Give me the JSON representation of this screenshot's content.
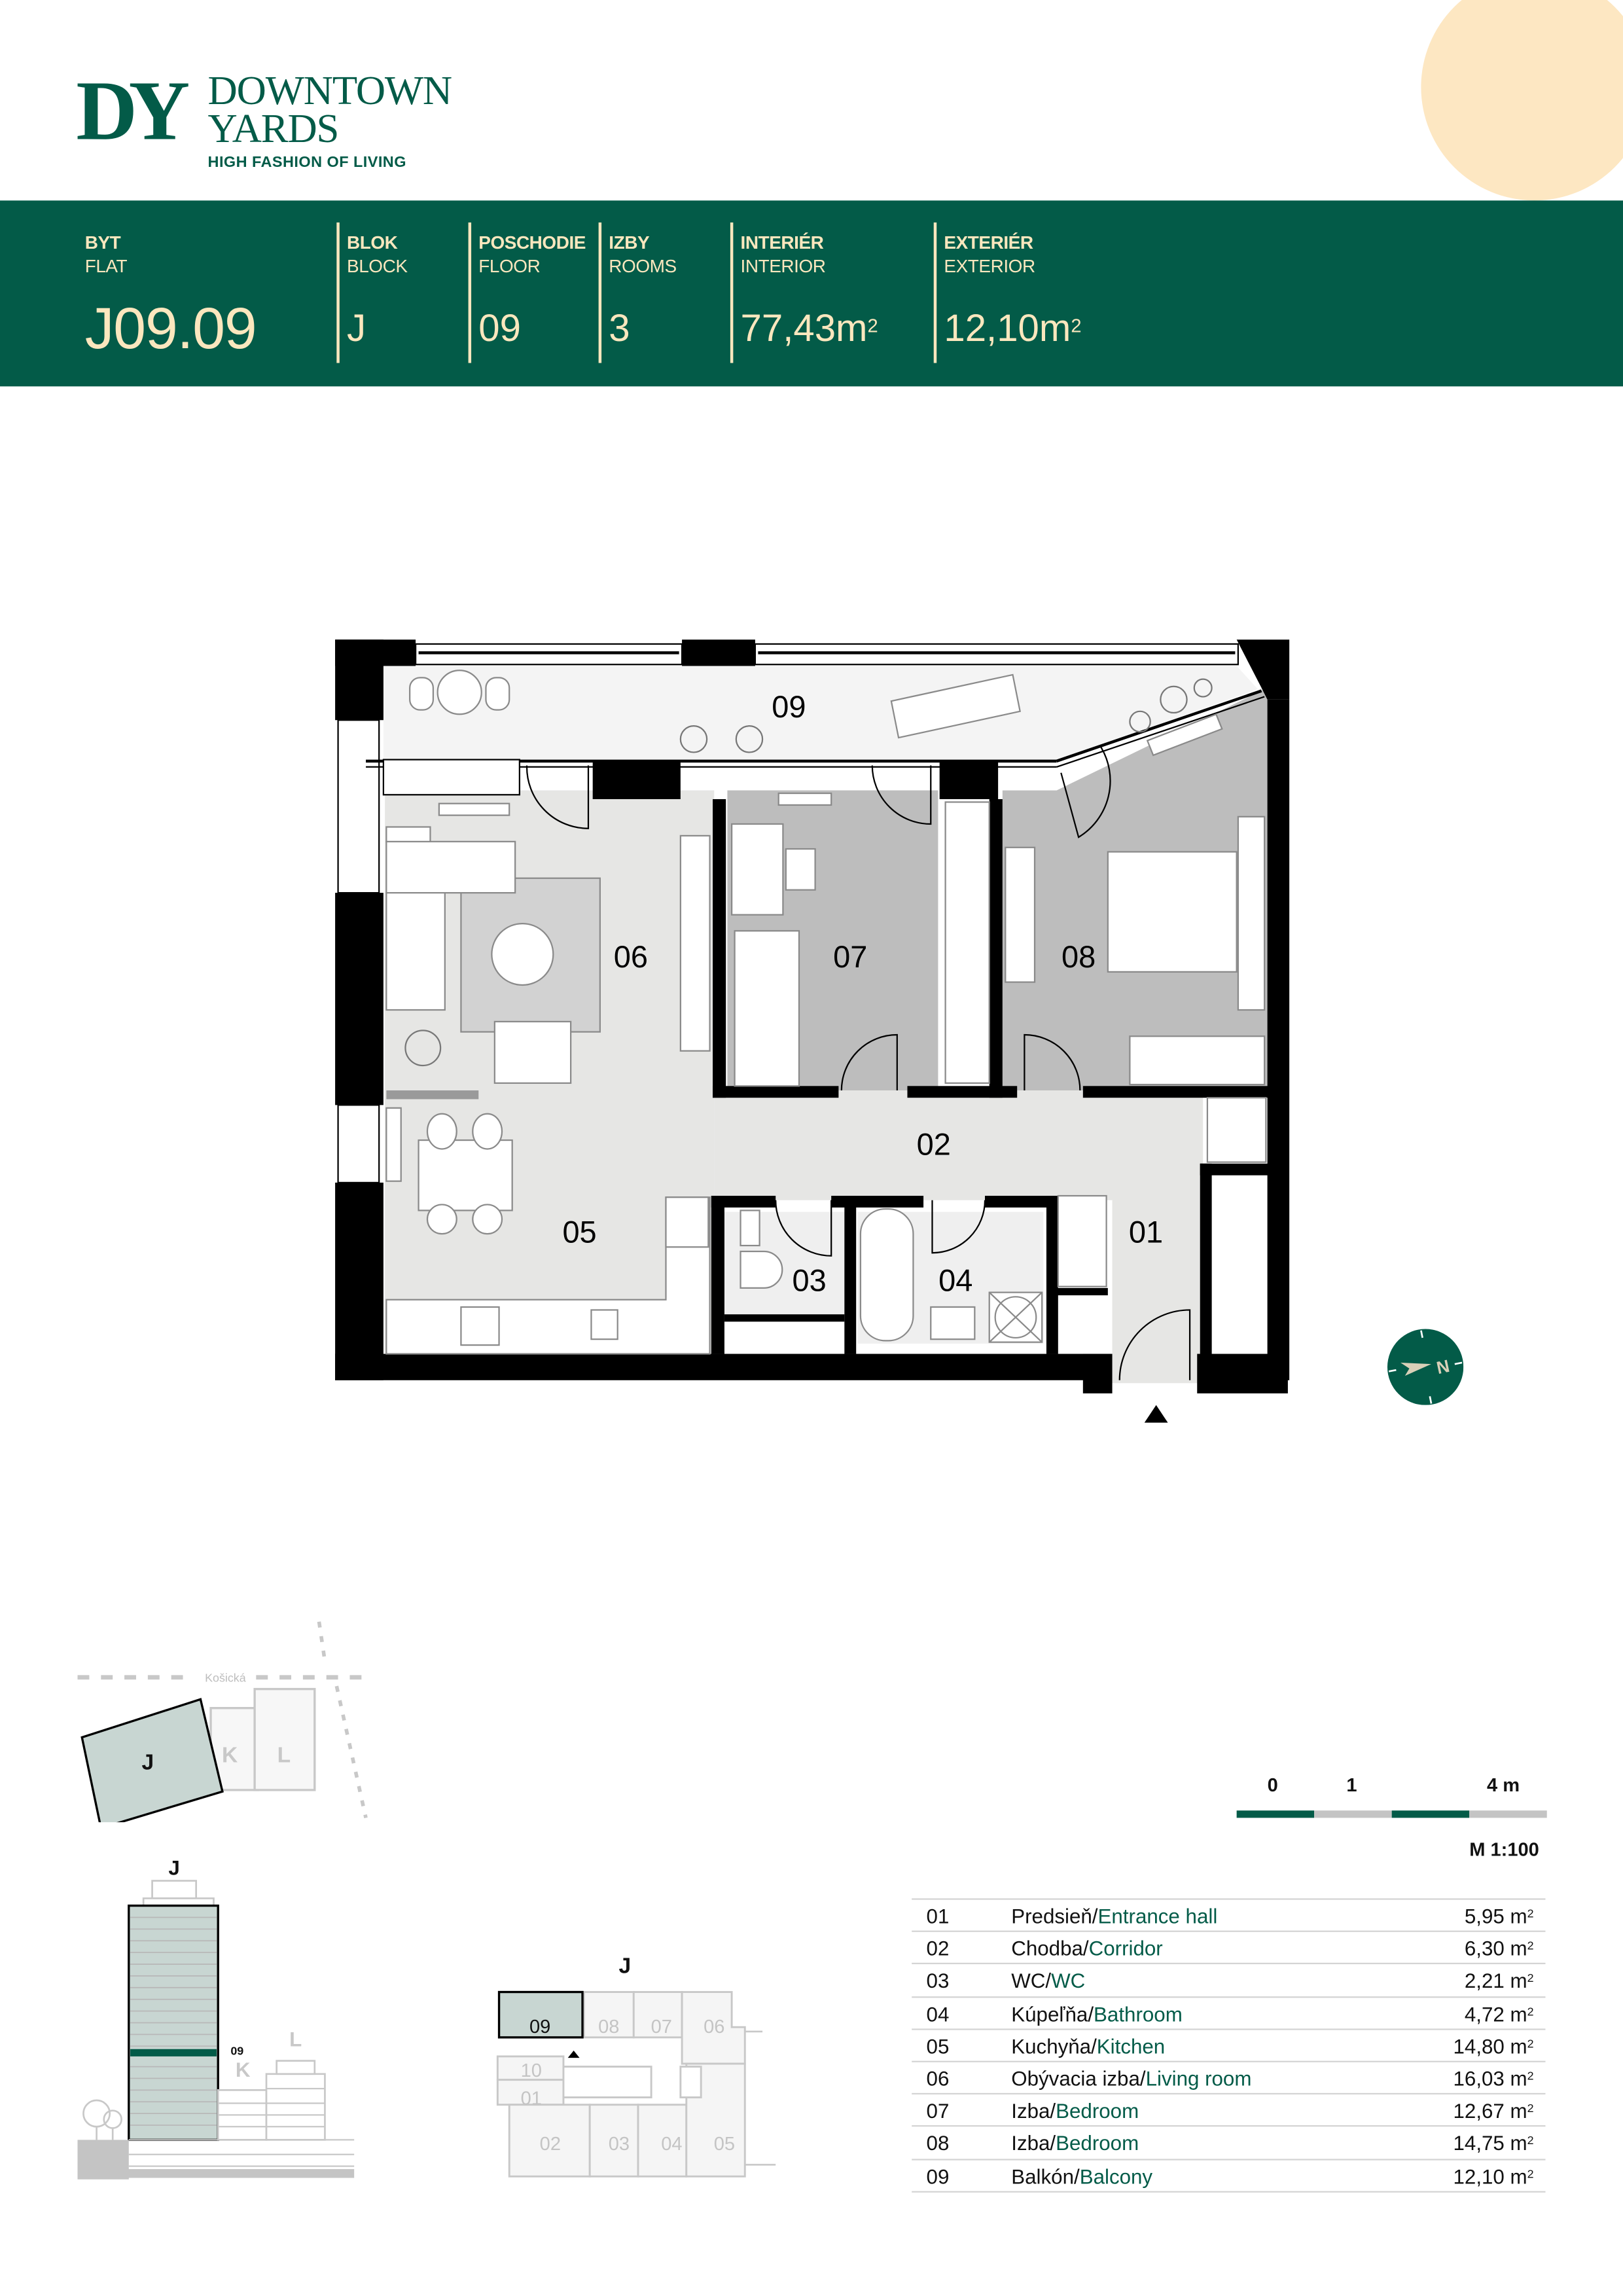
{
  "brand": {
    "mark": "DY",
    "name_line1": "DOWNTOWN",
    "name_line2": "YARDS",
    "tagline": "HIGH FASHION OF LIVING",
    "primary_color": "#035B48",
    "accent_color": "#FBE7BE",
    "sun_color": "#FDE7C2"
  },
  "header": {
    "flat": {
      "label_sk": "BYT",
      "label_en": "FLAT",
      "value": "J09.09"
    },
    "block": {
      "label_sk": "BLOK",
      "label_en": "BLOCK",
      "value": "J"
    },
    "floor": {
      "label_sk": "POSCHODIE",
      "label_en": "FLOOR",
      "value": "09"
    },
    "rooms": {
      "label_sk": "IZBY",
      "label_en": "ROOMS",
      "value": "3"
    },
    "interior": {
      "label_sk": "INTERIÉR",
      "label_en": "INTERIOR",
      "value": "77,43m",
      "unit_sup": "2"
    },
    "exterior": {
      "label_sk": "EXTERIÉR",
      "label_en": "EXTERIOR",
      "value": "12,10m",
      "unit_sup": "2"
    }
  },
  "floor_plan": {
    "room_labels": [
      "01",
      "02",
      "03",
      "04",
      "05",
      "06",
      "07",
      "08",
      "09"
    ],
    "entrance_marker": "▲"
  },
  "compass": {
    "label": "N"
  },
  "scale": {
    "tick_0": "0",
    "tick_1": "1",
    "tick_4": "4 m",
    "ratio": "M 1:100",
    "colors": [
      "#035B48",
      "#C4C4C4",
      "#035B48",
      "#C4C4C4"
    ]
  },
  "rooms_table": [
    {
      "num": "01",
      "name_sk": "Predsieň/",
      "name_en": "Entrance hall",
      "area": "5,95 m",
      "sup": "2"
    },
    {
      "num": "02",
      "name_sk": "Chodba/",
      "name_en": "Corridor",
      "area": "6,30 m",
      "sup": "2"
    },
    {
      "num": "03",
      "name_sk": "WC/",
      "name_en": "WC",
      "area": "2,21 m",
      "sup": "2"
    },
    {
      "num": "04",
      "name_sk": "Kúpeľňa/",
      "name_en": "Bathroom",
      "area": "4,72 m",
      "sup": "2"
    },
    {
      "num": "05",
      "name_sk": "Kuchyňa/",
      "name_en": "Kitchen",
      "area": "14,80 m",
      "sup": "2"
    },
    {
      "num": "06",
      "name_sk": "Obývacia izba/",
      "name_en": "Living room",
      "area": "16,03 m",
      "sup": "2"
    },
    {
      "num": "07",
      "name_sk": "Izba/",
      "name_en": "Bedroom",
      "area": "12,67 m",
      "sup": "2"
    },
    {
      "num": "08",
      "name_sk": "Izba/",
      "name_en": "Bedroom",
      "area": "14,75 m",
      "sup": "2"
    },
    {
      "num": "09",
      "name_sk": "Balkón/",
      "name_en": "Balcony",
      "area": "12,10 m",
      "sup": "2"
    }
  ],
  "site_plan": {
    "street": "Košická",
    "blocks": [
      "J",
      "K",
      "L"
    ],
    "highlighted_block": "J"
  },
  "elevation": {
    "tower_label": "J",
    "floor_marker": "09",
    "other_labels": [
      "K",
      "L"
    ]
  },
  "key_plan": {
    "title": "J",
    "units_top": [
      "09",
      "08",
      "07",
      "06"
    ],
    "units_left": [
      "10",
      "01"
    ],
    "units_bottom": [
      "02",
      "03",
      "04",
      "05"
    ],
    "highlighted_unit": "09"
  }
}
